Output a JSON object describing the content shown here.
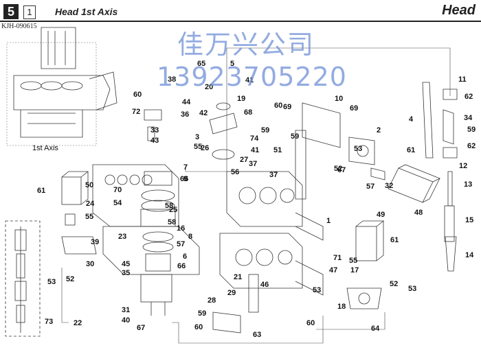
{
  "header": {
    "section_number": "5",
    "page_number": "1",
    "title": "Head 1st Axis",
    "section_name": "Head",
    "code": "KJH-090615"
  },
  "watermark": {
    "company": "佳万兴公司",
    "phone": "13923705220",
    "color": "#6f8fd8"
  },
  "inset": {
    "caption": "1st Axis"
  },
  "part_numbers": [
    "1",
    "2",
    "3",
    "4",
    "5",
    "6",
    "7",
    "8",
    "9",
    "10",
    "11",
    "12",
    "13",
    "14",
    "15",
    "16",
    "17",
    "18",
    "19",
    "20",
    "21",
    "22",
    "23",
    "24",
    "25",
    "26",
    "27",
    "28",
    "29",
    "30",
    "31",
    "32",
    "33",
    "34",
    "35",
    "36",
    "37",
    "38",
    "39",
    "40",
    "41",
    "42",
    "43",
    "44",
    "45",
    "46",
    "47",
    "48",
    "49",
    "50",
    "51",
    "52",
    "53",
    "54",
    "55",
    "56",
    "57",
    "58",
    "59",
    "60",
    "61",
    "62",
    "63",
    "64",
    "65",
    "66",
    "67",
    "68",
    "69",
    "70",
    "71",
    "72",
    "73",
    "74"
  ]
}
